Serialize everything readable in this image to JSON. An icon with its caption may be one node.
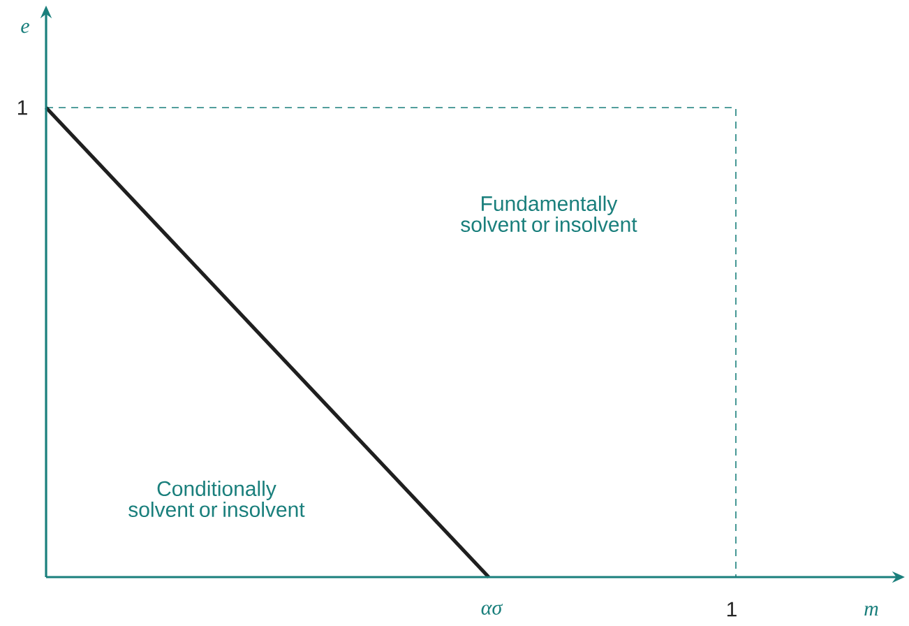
{
  "diagram": {
    "labels": [
      "e",
      "1",
      "Fundamentally solvent or insolvent",
      "m",
      "Conditionally solvent or insolvent",
      "ασ",
      "1"
    ]
  }
}
